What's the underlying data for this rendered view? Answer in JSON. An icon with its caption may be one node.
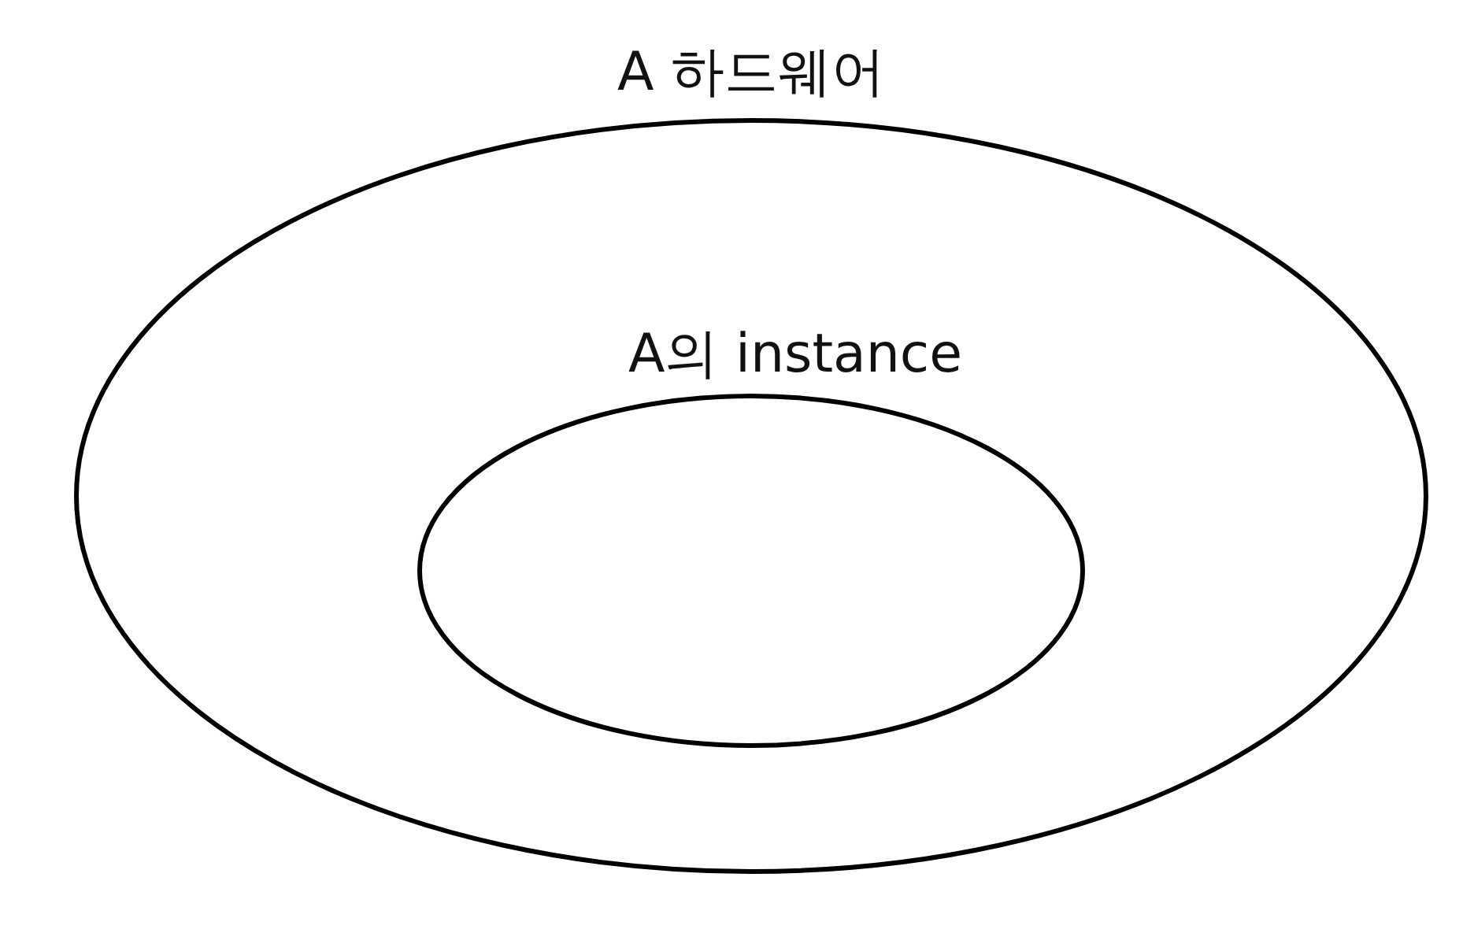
{
  "diagram": {
    "nodes": [
      {
        "text": [
          "A 하드웨어"
        ]
      },
      {
        "text": [
          "A의 instance"
        ],
        "in": 0
      }
    ]
  }
}
